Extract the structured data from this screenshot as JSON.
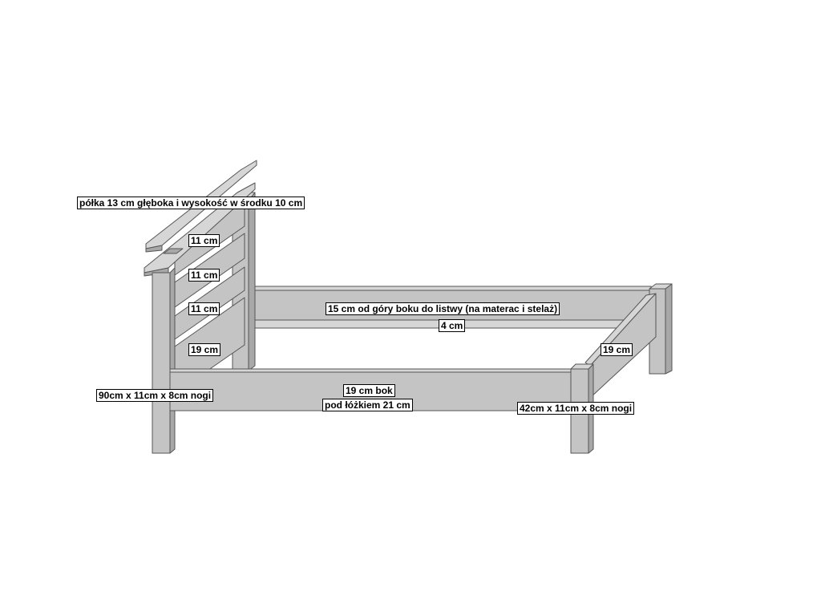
{
  "colors": {
    "wood_front": "#c4c4c4",
    "wood_side": "#a8a8a8",
    "wood_top": "#d6d6d6",
    "outline": "#555555",
    "background": "#ffffff"
  },
  "labels": {
    "shelf": "półka 13 cm głęboka i wysokość w środku 10 cm",
    "slat_gap_1": "11 cm",
    "slat_gap_2": "11 cm",
    "slat_gap_3": "11 cm",
    "slat_bottom": "19 cm",
    "head_legs": "90cm x 11cm x 8cm nogi",
    "rail_ledger": "15 cm od góry boku do listwy (na materac i stelaż)",
    "ledger_width": "4 cm",
    "foot_rail": "19 cm",
    "side_rail": "19 cm bok",
    "under_bed": "pod łóżkiem 21 cm",
    "foot_legs": "42cm x 11cm x 8cm nogi"
  }
}
